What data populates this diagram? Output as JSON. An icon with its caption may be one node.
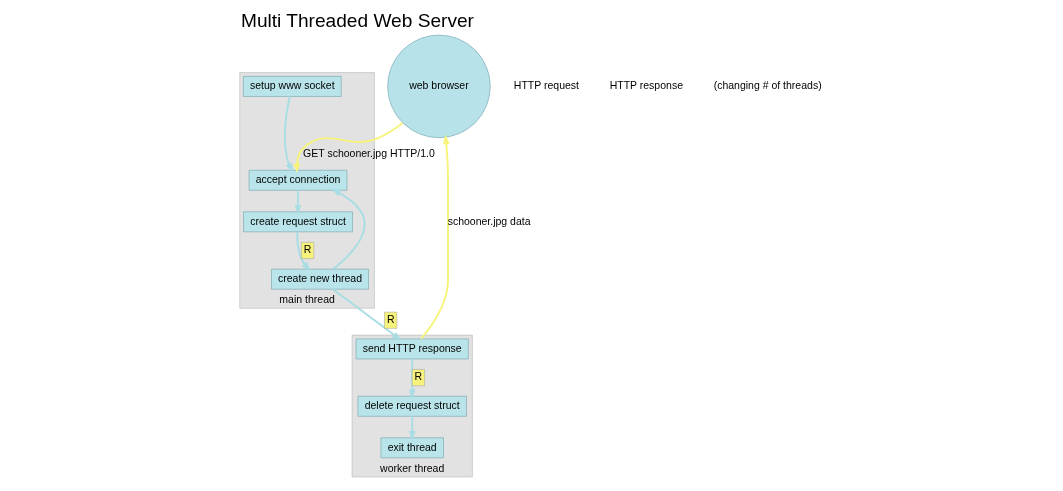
{
  "diagram": {
    "title": "Multi Threaded Web Server",
    "nodes": [
      {
        "text": [
          "main thread"
        ]
      },
      {
        "text": [
          "setup www socket"
        ],
        "in": 0
      },
      {
        "text": [
          "accept connection"
        ],
        "in": 0
      },
      {
        "text": [
          "create request struct"
        ],
        "in": 0
      },
      {
        "text": [
          "create new thread"
        ],
        "in": 0
      },
      {
        "text": [
          "web browser"
        ]
      },
      {
        "text": [
          "worker thread"
        ]
      },
      {
        "text": [
          "send HTTP response"
        ],
        "in": 6
      },
      {
        "text": [
          "delete request struct"
        ],
        "in": 6
      },
      {
        "text": [
          "exit thread"
        ],
        "in": 6
      }
    ],
    "edges": [
      {
        "from": 1,
        "to": 2,
        "arrow": "to"
      },
      {
        "from": 2,
        "to": 3,
        "arrow": "to"
      },
      {
        "from": 3,
        "to": 4,
        "arrow": "to",
        "label": "R"
      },
      {
        "from": 4,
        "to": 2,
        "arrow": "to"
      },
      {
        "from": 5,
        "to": 2,
        "arrow": "to",
        "label": "GET schooner.jpg HTTP/1.0",
        "color": "#f8f47a"
      },
      {
        "from": 7,
        "to": 5,
        "arrow": "to",
        "label": "schooner.jpg data",
        "color": "#f8f47a"
      },
      {
        "from": 4,
        "to": 7,
        "arrow": "to",
        "label": "R"
      },
      {
        "from": 7,
        "to": 8,
        "arrow": "to",
        "label": "R"
      },
      {
        "from": 8,
        "to": 9,
        "arrow": "to"
      }
    ],
    "labels": [
      "HTTP request",
      "HTTP response",
      "(changing # of threads)"
    ]
  }
}
